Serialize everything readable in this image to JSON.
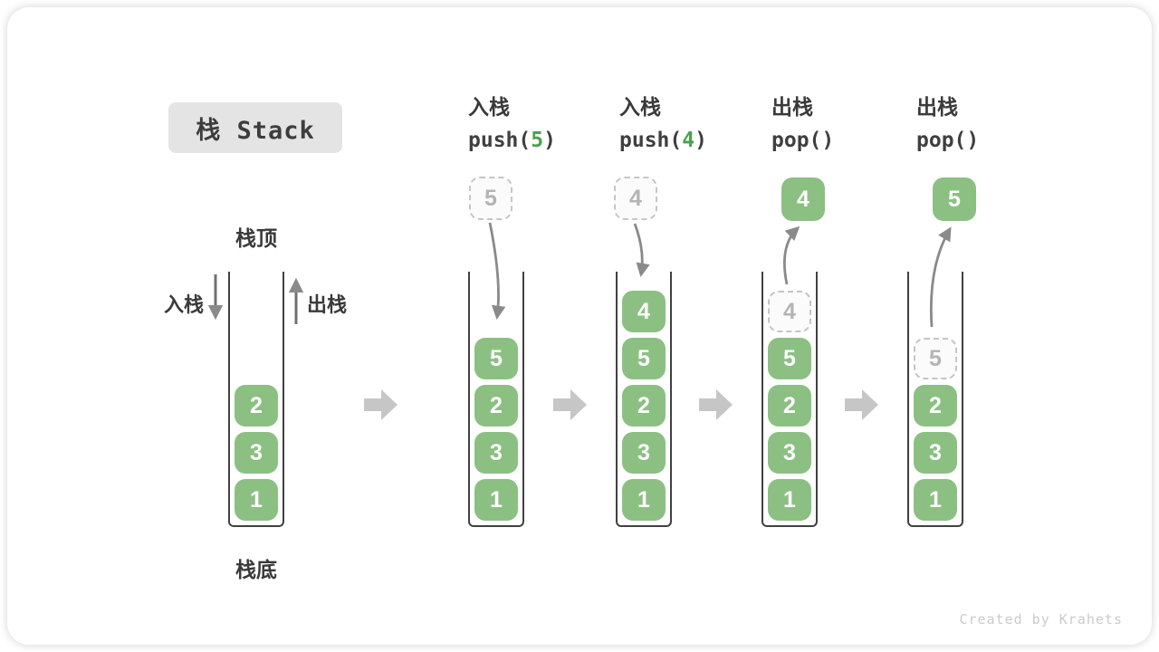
{
  "title": "栈 Stack",
  "labels": {
    "stack_top": "栈顶",
    "stack_bottom": "栈底",
    "push_in": "入栈",
    "pop_out": "出栈"
  },
  "operations": [
    {
      "name": "入栈",
      "code_pre": "push(",
      "code_arg": "5",
      "code_post": ")"
    },
    {
      "name": "入栈",
      "code_pre": "push(",
      "code_arg": "4",
      "code_post": ")"
    },
    {
      "name": "出栈",
      "code_pre": "pop()",
      "code_arg": "",
      "code_post": ""
    },
    {
      "name": "出栈",
      "code_pre": "pop()",
      "code_arg": "",
      "code_post": ""
    }
  ],
  "floating_values": [
    {
      "value": "5",
      "style": "ghost"
    },
    {
      "value": "4",
      "style": "ghost"
    },
    {
      "value": "4",
      "style": "solid"
    },
    {
      "value": "5",
      "style": "solid"
    }
  ],
  "stacks": [
    {
      "cells": [
        {
          "value": "2"
        },
        {
          "value": "3"
        },
        {
          "value": "1"
        }
      ]
    },
    {
      "cells": [
        {
          "value": "5"
        },
        {
          "value": "2"
        },
        {
          "value": "3"
        },
        {
          "value": "1"
        }
      ]
    },
    {
      "cells": [
        {
          "value": "4"
        },
        {
          "value": "5"
        },
        {
          "value": "2"
        },
        {
          "value": "3"
        },
        {
          "value": "1"
        }
      ]
    },
    {
      "cells": [
        {
          "value": "4",
          "ghost": true
        },
        {
          "value": "5"
        },
        {
          "value": "2"
        },
        {
          "value": "3"
        },
        {
          "value": "1"
        }
      ]
    },
    {
      "cells": [
        {
          "value": "5",
          "ghost": true
        },
        {
          "value": "2"
        },
        {
          "value": "3"
        },
        {
          "value": "1"
        }
      ]
    }
  ],
  "watermark": "Created by Krahets",
  "colors": {
    "cell_green": "#8cc083",
    "code_green": "#4ca14f",
    "block_arrow_gray": "#c6c6c6",
    "line_arrow_gray": "#8a8a8a",
    "title_bg": "#e4e4e4"
  }
}
